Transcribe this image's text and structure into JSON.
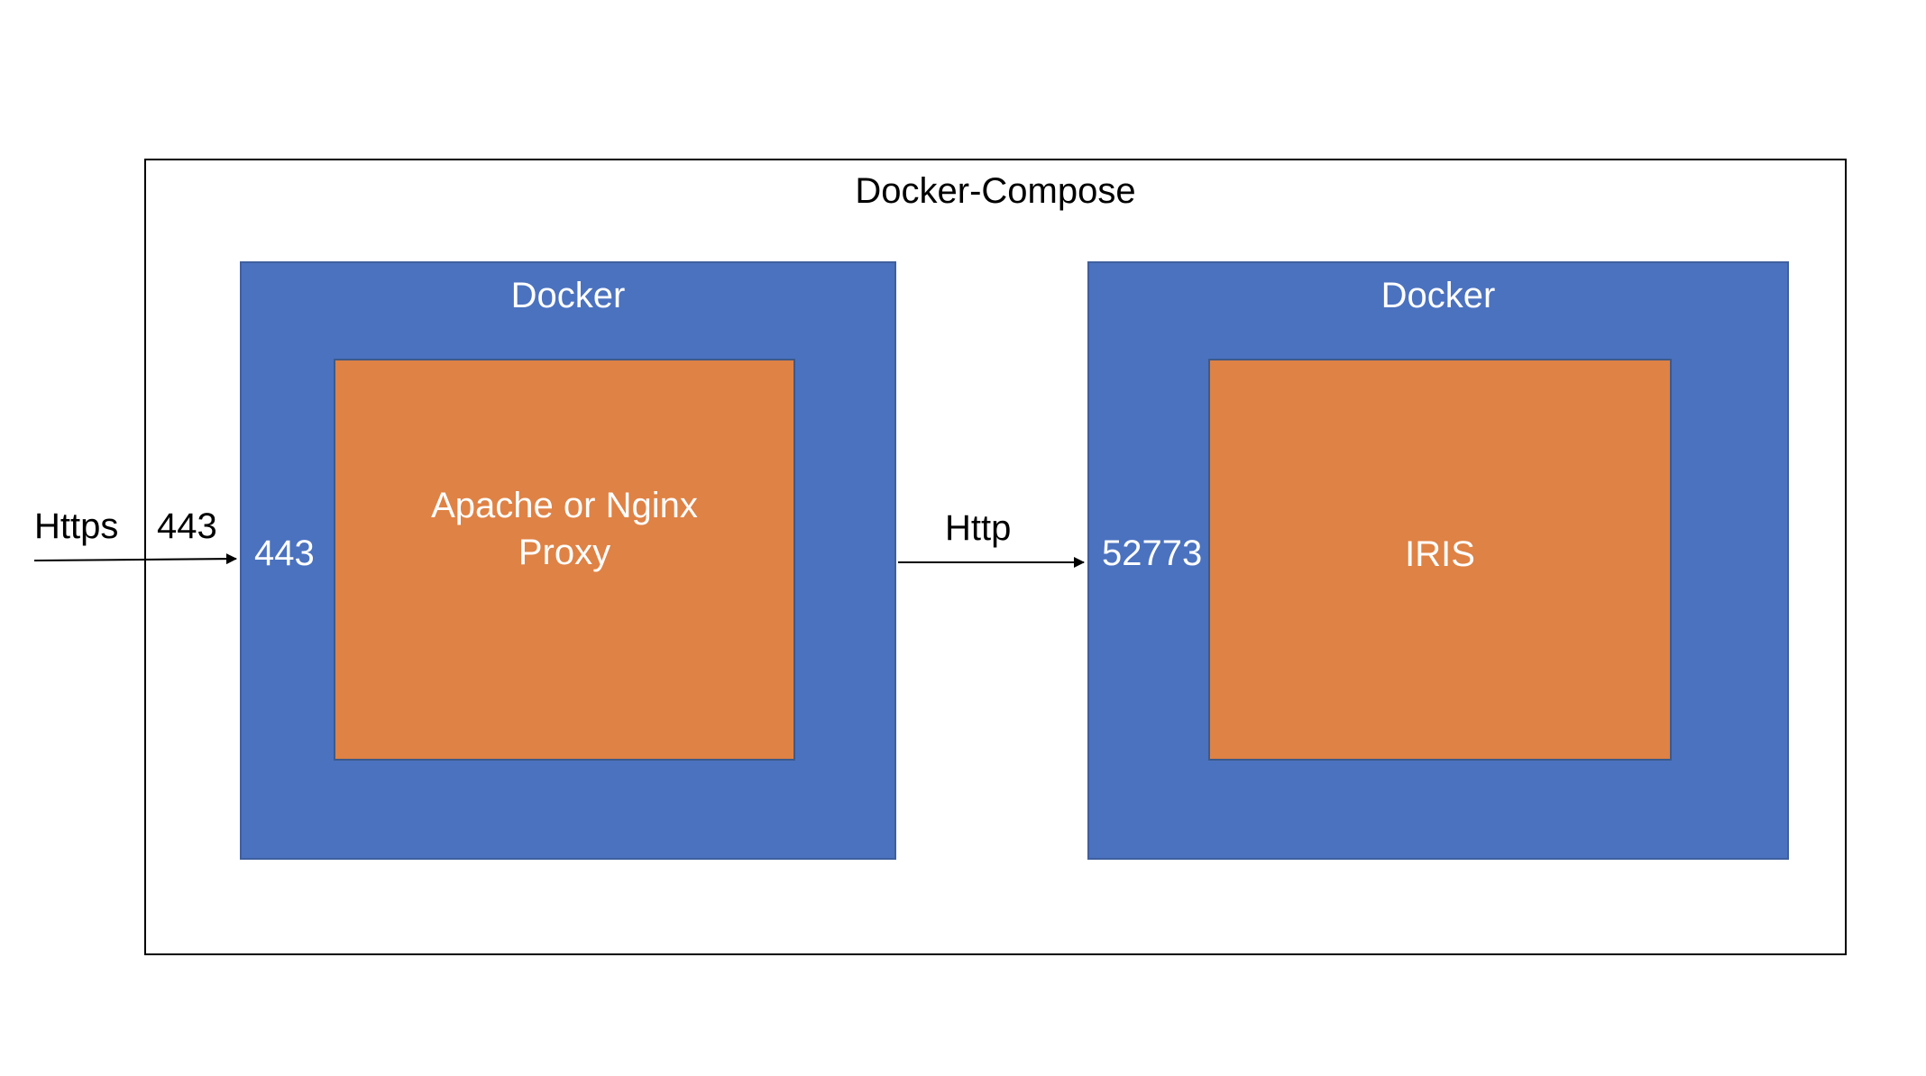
{
  "diagram": {
    "compose_title": "Docker-Compose",
    "external": {
      "protocol": "Https",
      "port": "443"
    },
    "link": {
      "protocol": "Http"
    },
    "containers": [
      {
        "label": "Docker",
        "port": "443",
        "service_lines": [
          "Apache or Nginx",
          "Proxy"
        ]
      },
      {
        "label": "Docker",
        "port": "52773",
        "service_lines": [
          "IRIS"
        ]
      }
    ]
  },
  "colors": {
    "container_fill": "#4b72bf",
    "service_fill": "#df8245",
    "frame_stroke": "#000000",
    "arrow": "#000000"
  }
}
